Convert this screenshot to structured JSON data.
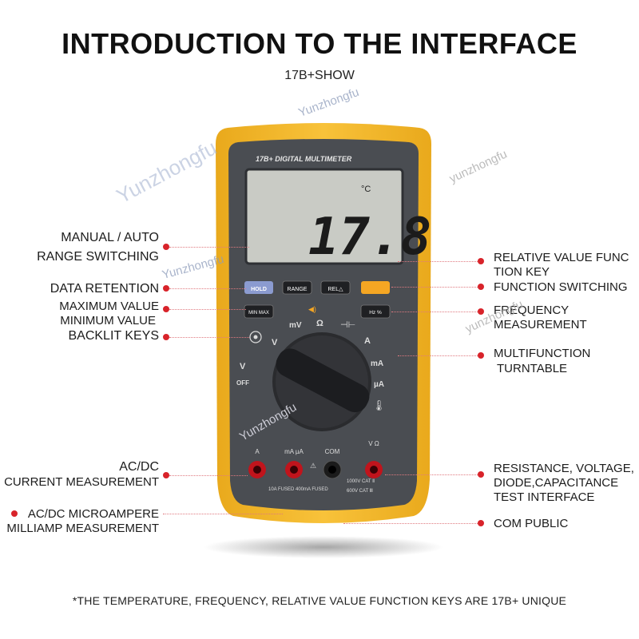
{
  "title": "INTRODUCTION TO THE INTERFACE",
  "subtitle": "17B+SHOW",
  "device": {
    "brand_label": "17B+ DIGITAL MULTIMETER",
    "display_unit": "°C",
    "display_value": "17.8",
    "buttons": {
      "hold": "HOLD",
      "range": "RANGE",
      "rel": "REL△",
      "minmax": "MIN MAX",
      "hz": "Hz %"
    },
    "dial": {
      "v_ac": "V",
      "mv": "mV",
      "ohm": "Ω",
      "a": "A",
      "ma": "mA",
      "ua": "µA",
      "off": "OFF"
    },
    "jacks": {
      "a": "A",
      "ma_ua": "mA µA",
      "com": "COM",
      "v_ohm": "V Ω",
      "fuse_10a": "10A FUSED",
      "fuse_400ma": "400mA FUSED",
      "cat1": "1000V CAT Ⅱ",
      "cat2": "600V CAT Ⅲ"
    }
  },
  "labels_left": [
    "MANUAL / AUTO",
    "RANGE SWITCHING",
    "DATA RETENTION",
    "MAXIMUM VALUE",
    "MINIMUM VALUE",
    "BACKLIT KEYS",
    "AC/DC",
    "CURRENT MEASUREMENT",
    "AC/DC MICROAMPERE",
    "MILLIAMP MEASUREMENT"
  ],
  "labels_right": [
    "RELATIVE VALUE FUNC",
    "TION KEY",
    "FUNCTION SWITCHING",
    "FREQUENCY",
    "MEASUREMENT",
    "MULTIFUNCTION",
    "TURNTABLE",
    "RESISTANCE, VOLTAGE,",
    "DIODE,CAPACITANCE",
    "TEST INTERFACE",
    "COM PUBLIC"
  ],
  "footer": "*THE TEMPERATURE, FREQUENCY, RELATIVE VALUE FUNCTION KEYS ARE 17B+ UNIQUE",
  "watermark": "Yunzhongfu",
  "watermark_lower": "yunzhongfu",
  "colors": {
    "body_yellow": "#f5b928",
    "panel_grey": "#4a4d52",
    "lcd": "#c9cbc5",
    "accent_orange": "#f5a623",
    "button_blue": "#8b9bd0",
    "jack_red": "#c0141c",
    "marker_red": "#d8232a"
  }
}
